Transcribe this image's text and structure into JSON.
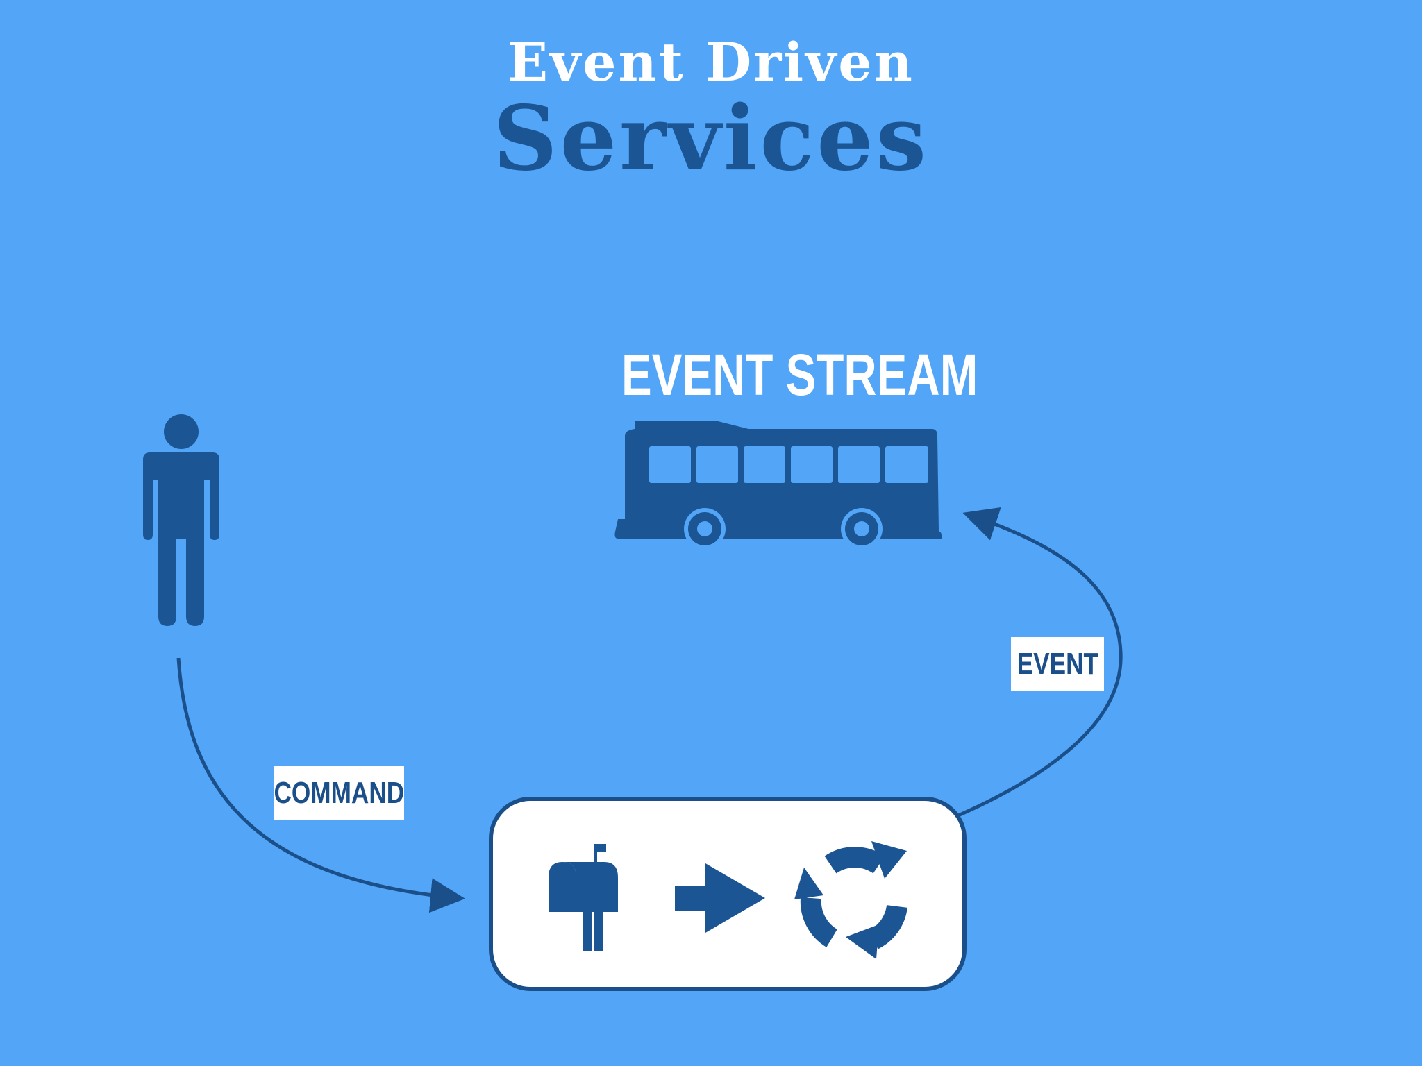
{
  "title": {
    "line1": "Event Driven",
    "line2": "Services"
  },
  "labels": {
    "event_stream": "EVENT STREAM",
    "command": "COMMAND",
    "event": "EVENT"
  },
  "icons": {
    "person": "person-icon",
    "bus": "bus-icon",
    "mailbox": "mailbox-icon",
    "arrow": "arrow-right-icon",
    "cycle": "refresh-cycle-icon"
  },
  "colors": {
    "background": "#52a5f7",
    "dark_blue": "#1b4f8a",
    "white": "#ffffff"
  }
}
